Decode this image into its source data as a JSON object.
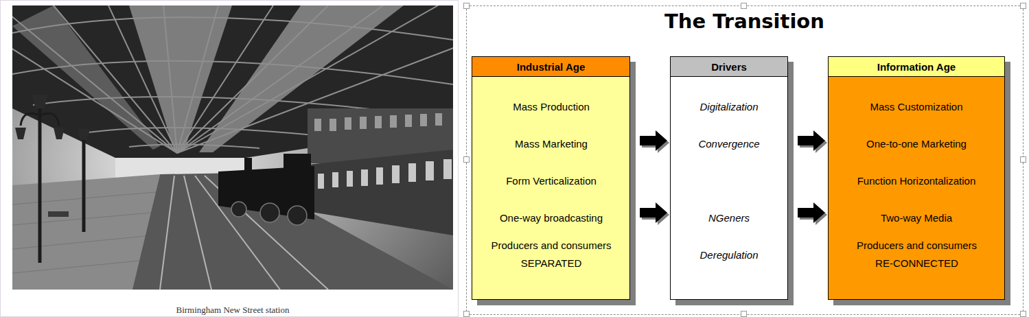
{
  "diagram": {
    "title": "The Transition",
    "caption": "Birmingham New Street station",
    "nodes": [
      {
        "text": [
          "Industrial Age",
          "Mass Production",
          "Mass Marketing",
          "Form Verticalization",
          "One-way broadcasting",
          "Producers and consumers SEPARATED"
        ]
      },
      {
        "text": [
          "Drivers",
          "Digitalization",
          "Convergence",
          "NGeners",
          "Deregulation"
        ]
      },
      {
        "text": [
          "Information Age",
          "Mass Customization",
          "One-to-one Marketing",
          "Function Horizontalization",
          "Two-way Media",
          "Producers and consumers RE-CONNECTED"
        ]
      }
    ],
    "edges": [
      {
        "from": 0,
        "to": 1,
        "arrow": "to"
      },
      {
        "from": 0,
        "to": 1,
        "arrow": "to"
      },
      {
        "from": 1,
        "to": 2,
        "arrow": "to"
      },
      {
        "from": 1,
        "to": 2,
        "arrow": "to"
      }
    ]
  }
}
